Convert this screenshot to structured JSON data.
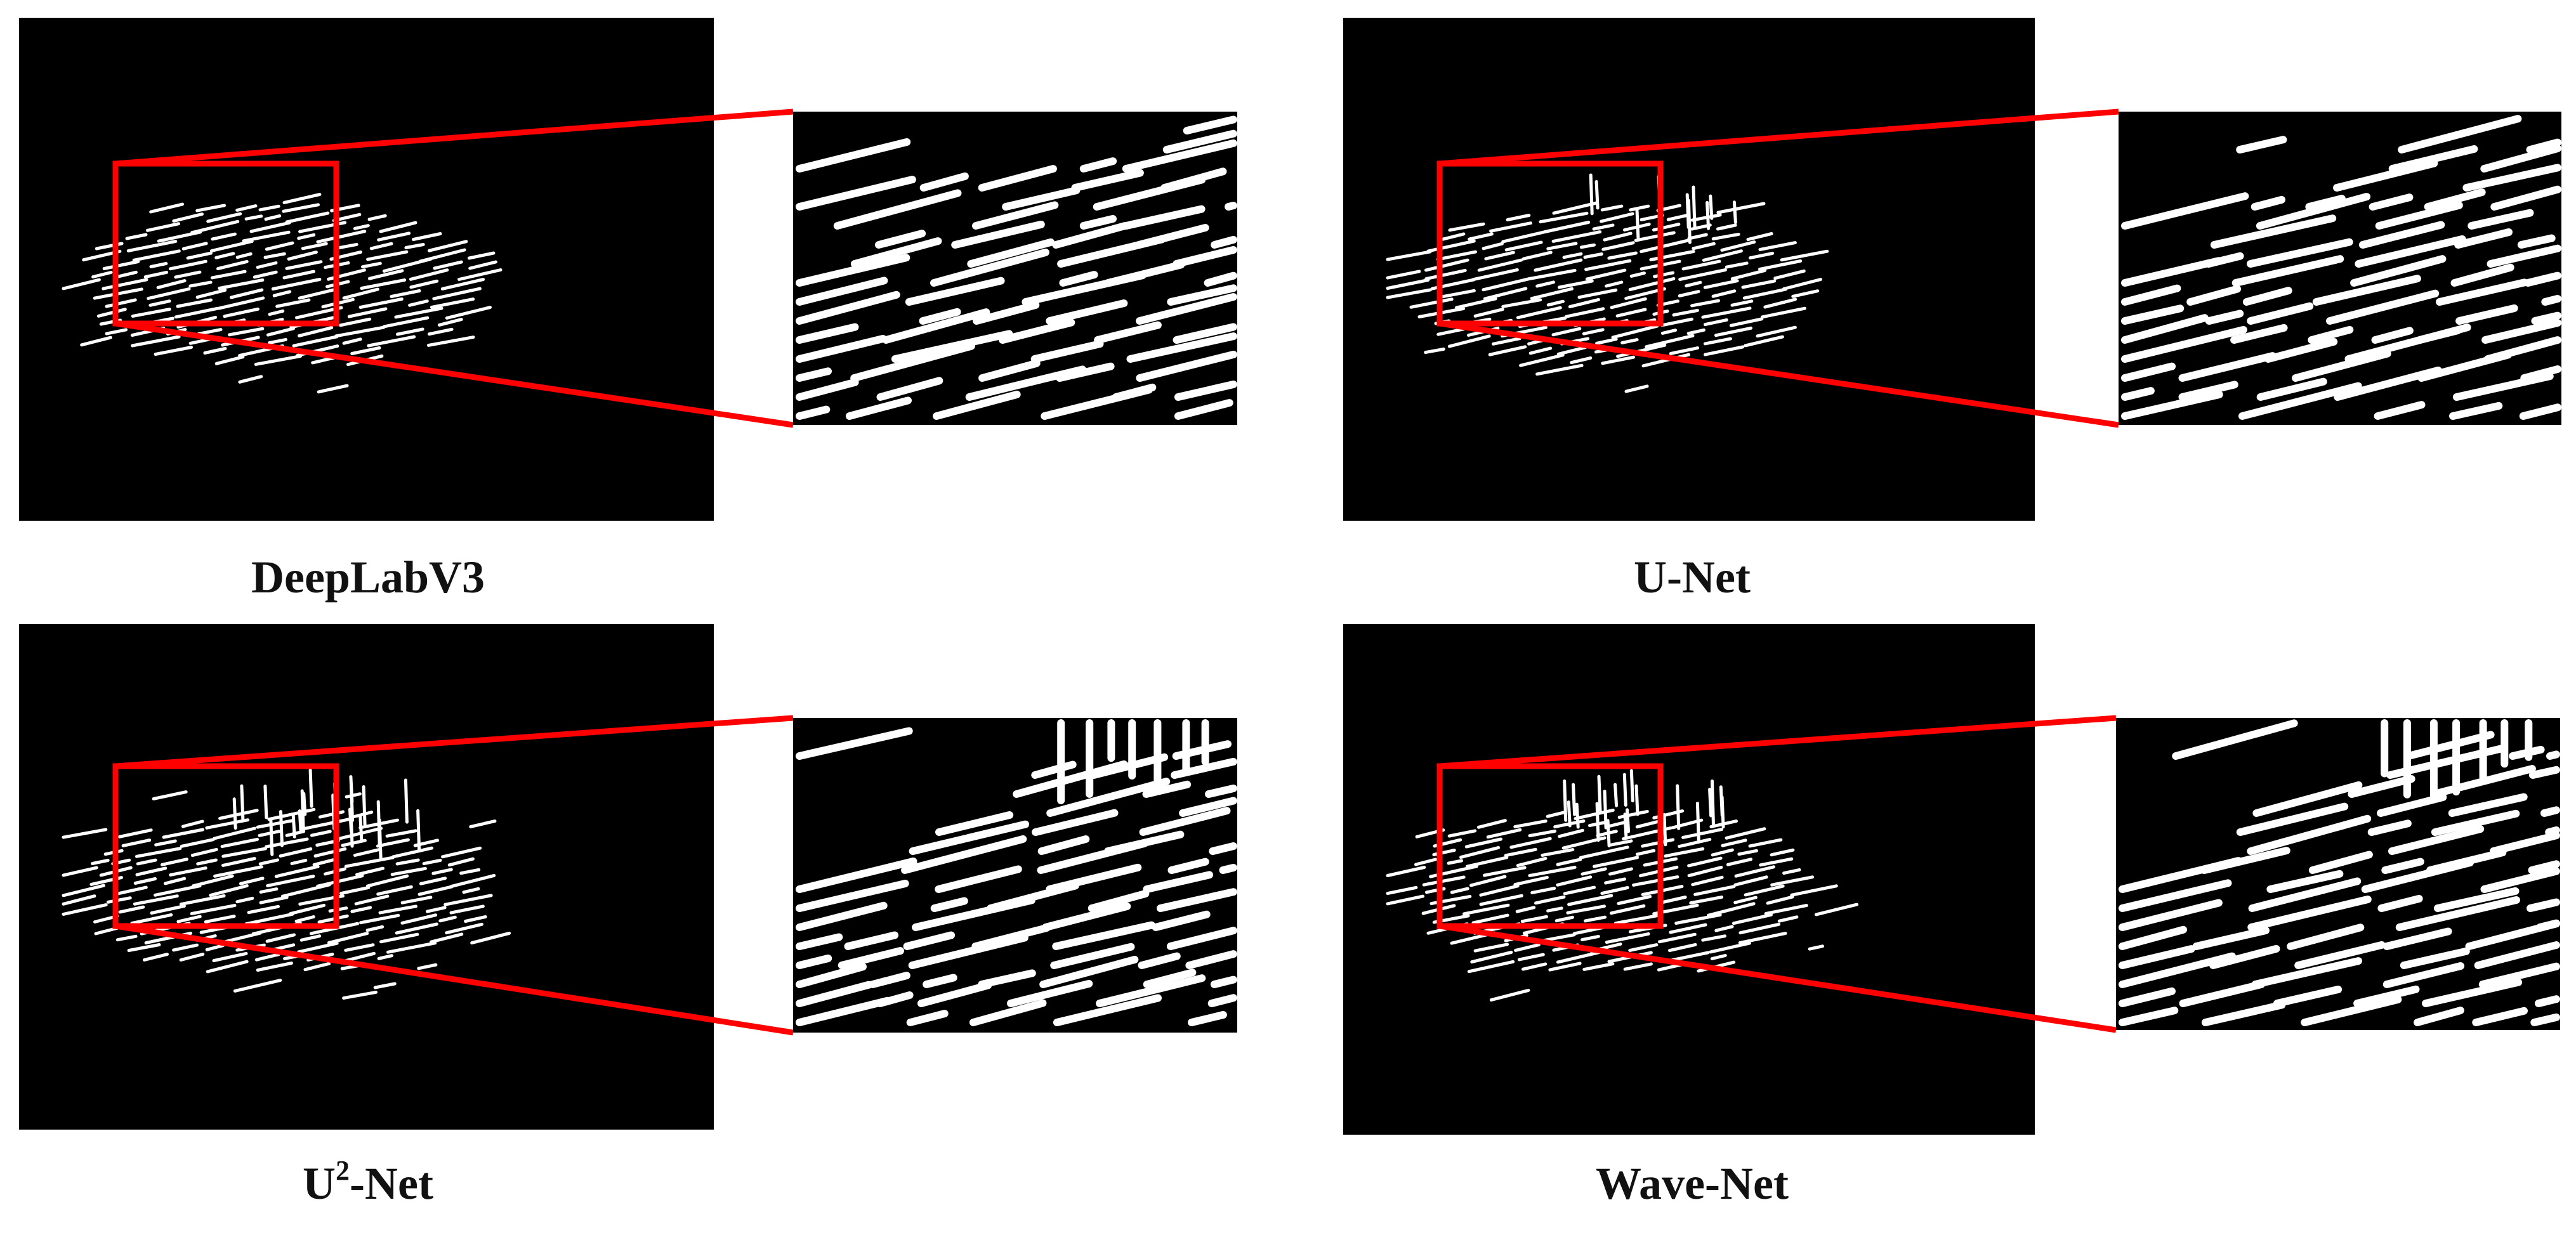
{
  "colors": {
    "background": "#000000",
    "ridges": "#ffffff",
    "highlight": "#ff0000"
  },
  "panels": [
    {
      "id": "deeplabv3",
      "label": "DeepLabV3",
      "label_sup": "",
      "label_rest": ""
    },
    {
      "id": "unet",
      "label": "U-Net",
      "label_sup": "",
      "label_rest": ""
    },
    {
      "id": "u2net",
      "label": "U",
      "label_sup": "2",
      "label_rest": "-Net"
    },
    {
      "id": "wavenet",
      "label": "Wave-Net",
      "label_sup": "",
      "label_rest": ""
    }
  ]
}
